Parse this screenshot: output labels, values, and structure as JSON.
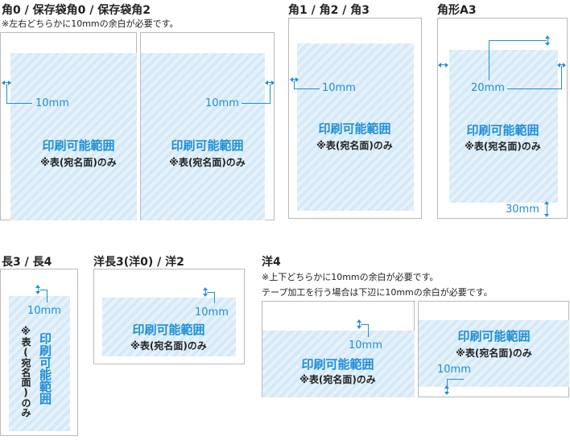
{
  "sections": {
    "kaku0": {
      "title": "角0 / 保存袋角0 / 保存袋角2",
      "note": "※左右どちらかに10mmの余白が必要です。",
      "left": {
        "mm": "10mm",
        "print_label": "印刷可能範囲",
        "side_label": "※表(宛名面)のみ"
      },
      "right": {
        "mm": "10mm",
        "print_label": "印刷可能範囲",
        "side_label": "※表(宛名面)のみ"
      }
    },
    "kaku1": {
      "title": "角1 / 角2 / 角3",
      "mm": "10mm",
      "print_label": "印刷可能範囲",
      "side_label": "※表(宛名面)のみ"
    },
    "kakuA3": {
      "title": "角形A3",
      "mm_side": "20mm",
      "mm_bottom": "30mm",
      "print_label": "印刷可能範囲",
      "side_label": "※表(宛名面)のみ"
    },
    "naga": {
      "title": "長3 / 長4",
      "mm": "10mm",
      "print_label": "印刷可能範囲",
      "side_label": "※表(宛名面)のみ"
    },
    "younaga": {
      "title": "洋長3(洋0) / 洋2",
      "mm": "10mm",
      "print_label": "印刷可能範囲",
      "side_label": "※表(宛名面)のみ"
    },
    "you4": {
      "title": "洋4",
      "note1": "※上下どちらかに10mmの余白が必要です。",
      "note2": "テープ加工を行う場合は下辺に10mmの余白が必要です。",
      "left": {
        "mm": "10mm",
        "print_label": "印刷可能範囲",
        "side_label": "※表(宛名面)のみ"
      },
      "right": {
        "mm": "10mm",
        "print_label": "印刷可能範囲",
        "side_label": "※表(宛名面)のみ"
      }
    }
  },
  "colors": {
    "accent": "#1f8fd6",
    "area": "#d5e9f7",
    "border": "#b9b9b9"
  }
}
